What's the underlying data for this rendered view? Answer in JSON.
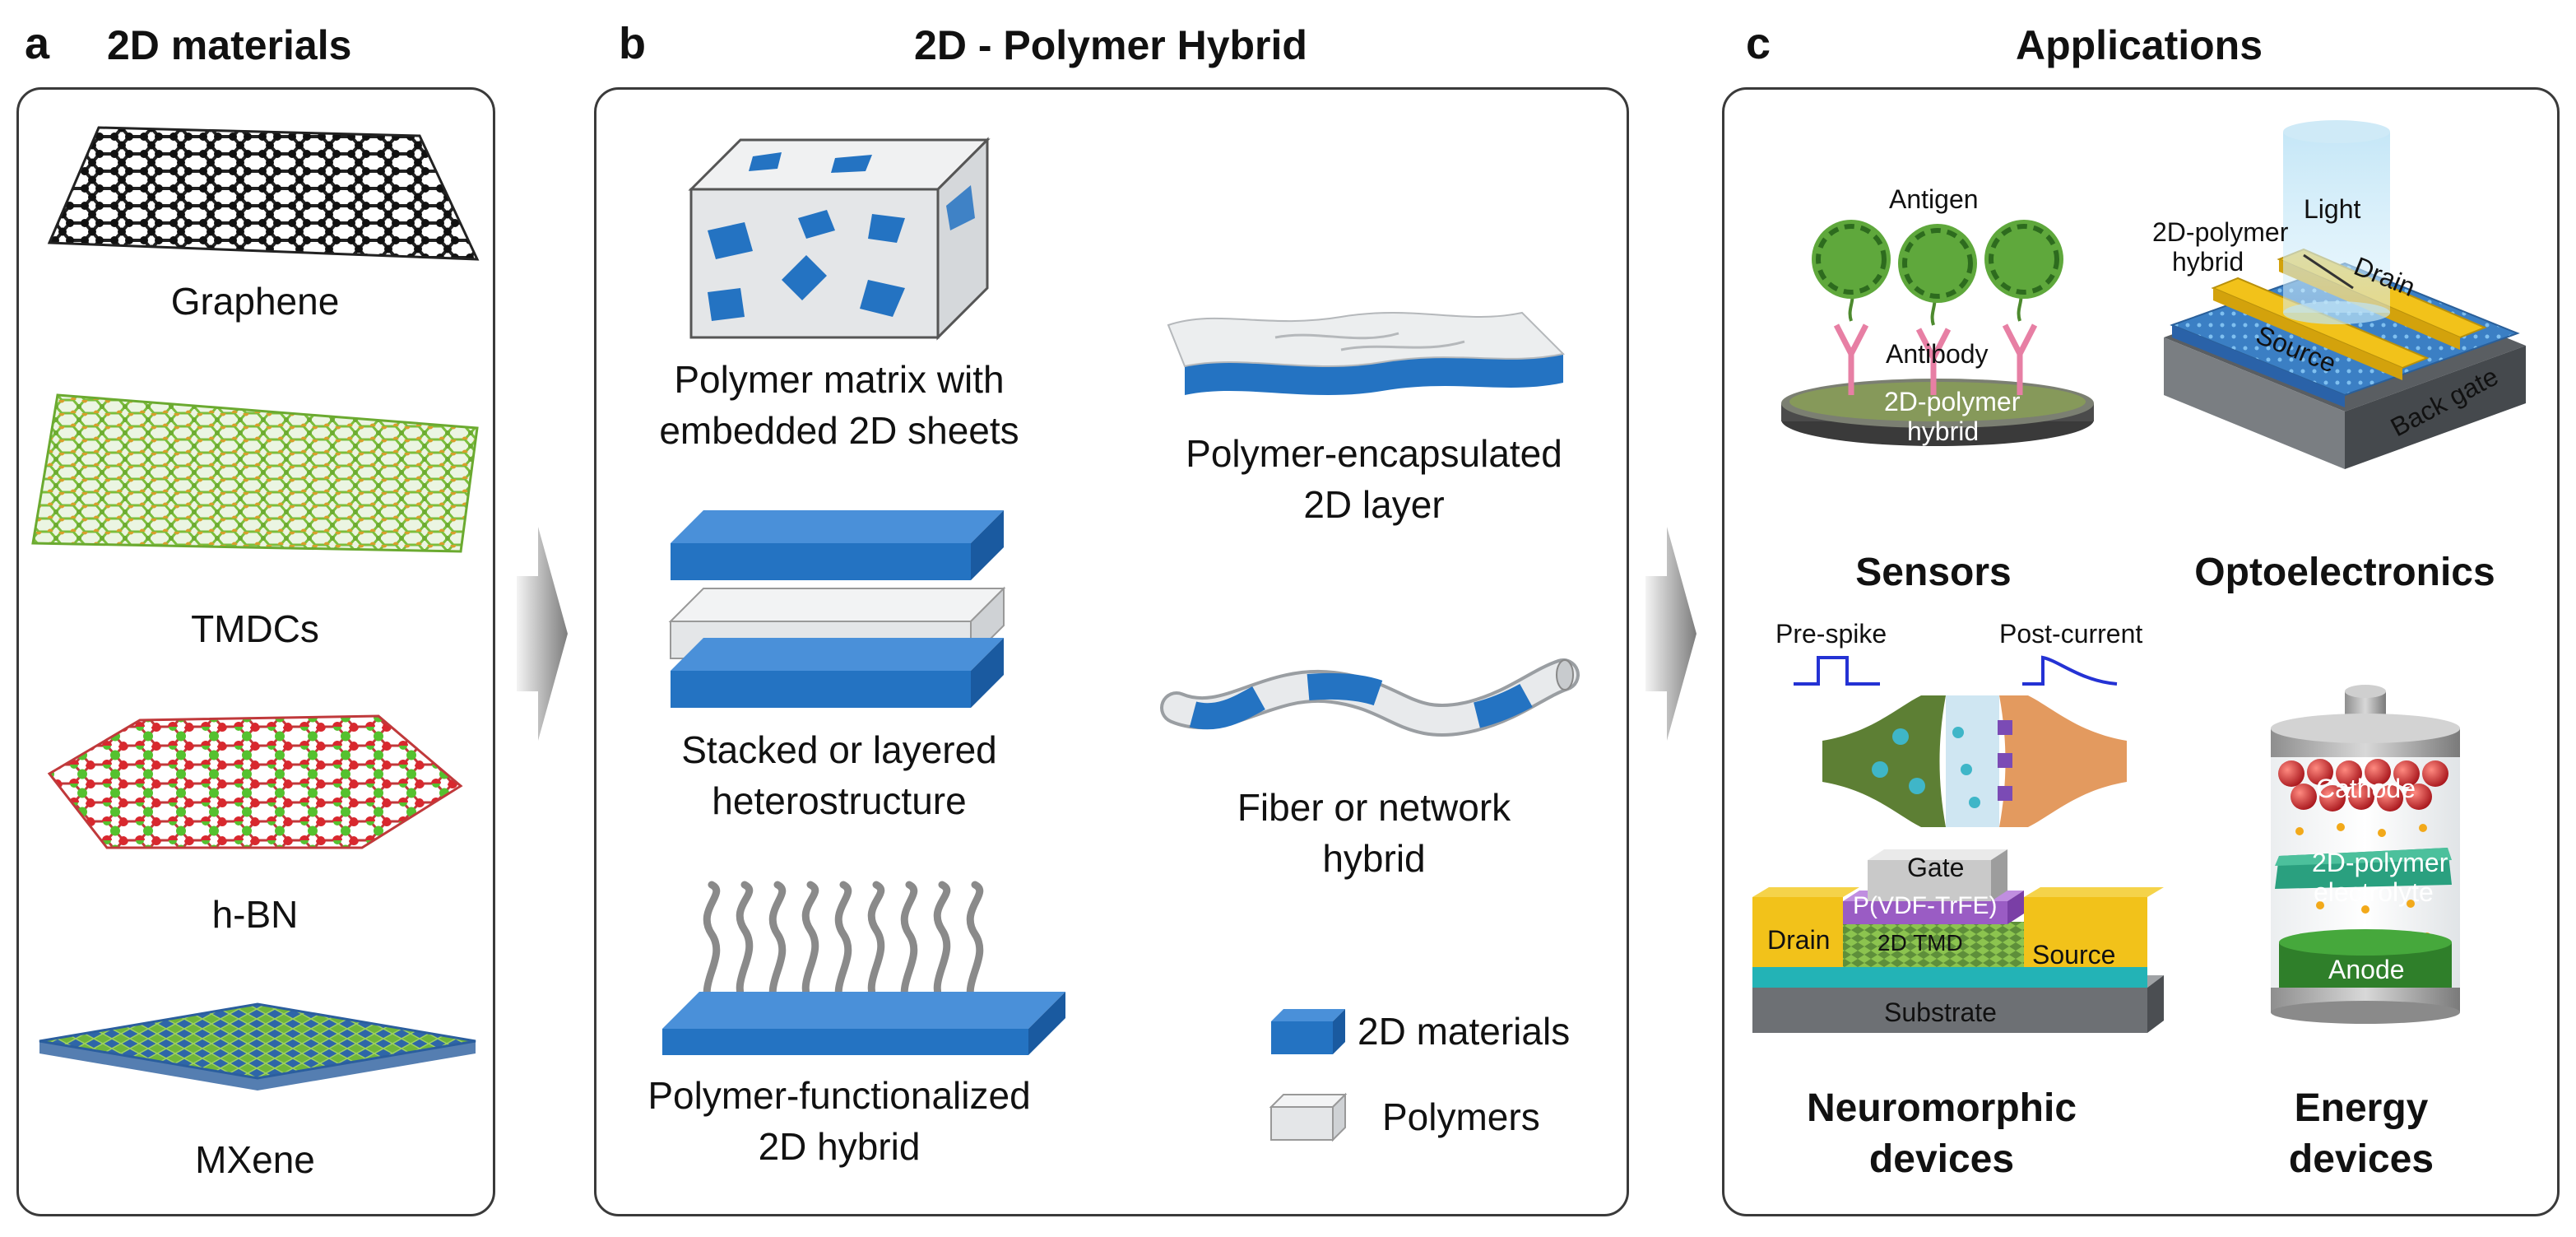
{
  "panel_a": {
    "letter": "a",
    "title": "2D materials",
    "items": [
      "Graphene",
      "TMDCs",
      "h-BN",
      "MXene"
    ]
  },
  "panel_b": {
    "letter": "b",
    "title": "2D - Polymer Hybrid",
    "items": {
      "matrix": [
        "Polymer matrix with",
        "embedded 2D sheets"
      ],
      "encapsulated": [
        "Polymer-encapsulated",
        "2D layer"
      ],
      "stacked": [
        "Stacked or layered",
        "heterostructure"
      ],
      "fiber": [
        "Fiber or network",
        "hybrid"
      ],
      "functionalized": [
        "Polymer-functionalized",
        "2D hybrid"
      ]
    },
    "legend": [
      "2D materials",
      "Polymers"
    ]
  },
  "panel_c": {
    "letter": "c",
    "title": "Applications",
    "sensors": {
      "label": "Sensors",
      "antigen": "Antigen",
      "antibody": "Antibody",
      "hybrid": [
        "2D-polymer",
        "hybrid"
      ]
    },
    "opto": {
      "label": "Optoelectronics",
      "light": "Light",
      "hybrid": [
        "2D-polymer",
        "hybrid"
      ],
      "drain": "Drain",
      "source": "Source",
      "gate": "Back gate"
    },
    "neuro": {
      "label": [
        "Neuromorphic",
        "devices"
      ],
      "pre": "Pre-spike",
      "post": "Post-current",
      "gate": "Gate",
      "ferro": "P(VDF-TrFE)",
      "tmd": "2D TMD",
      "drain": "Drain",
      "source": "Source",
      "substrate": "Substrate"
    },
    "energy": {
      "label": [
        "Energy",
        "devices"
      ],
      "cathode": "Cathode",
      "electrolyte": [
        "2D-polymer",
        "electrolyte"
      ],
      "anode": "Anode"
    }
  },
  "colors": {
    "blue": "#2473c2",
    "polymer": "#e4e6e8",
    "graphene": "#222222",
    "tmdc_green": "#7cbf3c",
    "tmdc_orange": "#e89a2a",
    "hbn_red": "#d8282e",
    "hbn_green": "#55c12f",
    "gold": "#f2c21a"
  }
}
